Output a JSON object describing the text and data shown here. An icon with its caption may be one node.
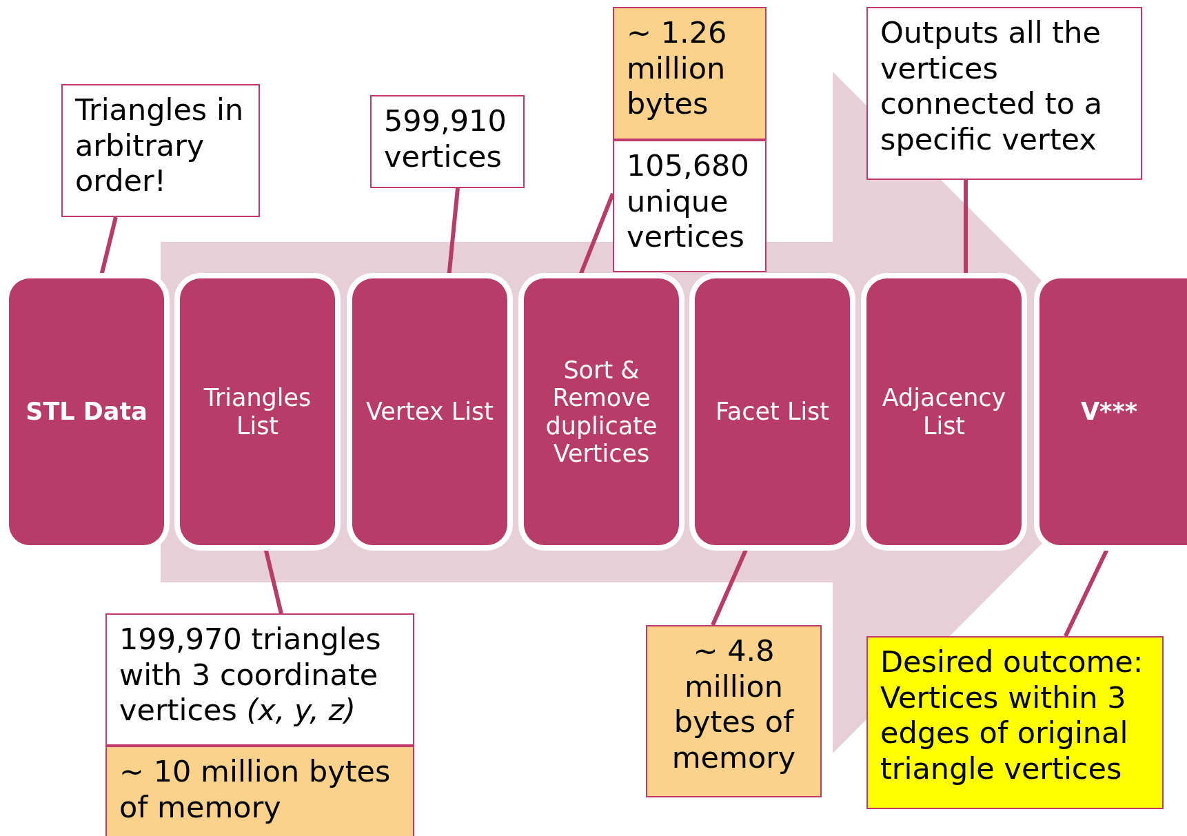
{
  "diagram": {
    "nodes": [
      {
        "text": [
          "STL Data"
        ]
      },
      {
        "text": [
          "Triangles List"
        ]
      },
      {
        "text": [
          "Vertex List"
        ]
      },
      {
        "text": [
          "Sort & Remove duplicate Vertices"
        ]
      },
      {
        "text": [
          "Facet List"
        ]
      },
      {
        "text": [
          "Adjacency List"
        ]
      },
      {
        "text": [
          "V***"
        ]
      },
      {
        "text": [
          "Triangles in arbitrary order!"
        ]
      },
      {
        "text": [
          "599,910 vertices"
        ]
      },
      {
        "text": [
          "~ 1.26 million bytes"
        ]
      },
      {
        "text": [
          "105,680 unique vertices"
        ]
      },
      {
        "text": [
          "Outputs all the vertices connected to a specific vertex"
        ]
      },
      {
        "text": [
          "199,970 triangles with 3 coordinate vertices *(x, y, z)*"
        ]
      },
      {
        "text": [
          "~ 10 million bytes of memory"
        ]
      },
      {
        "text": [
          "~ 4.8 million bytes of memory"
        ]
      },
      {
        "text": [
          "Desired outcome: Vertices within 3 edges of original triangle vertices"
        ]
      }
    ],
    "edges": [
      {
        "from": 7,
        "to": 0,
        "arrow": "none"
      },
      {
        "from": 8,
        "to": 2,
        "arrow": "none"
      },
      {
        "from": 10,
        "to": 3,
        "arrow": "none"
      },
      {
        "from": 11,
        "to": 5,
        "arrow": "none"
      },
      {
        "from": 12,
        "to": 1,
        "arrow": "none"
      },
      {
        "from": 14,
        "to": 4,
        "arrow": "none"
      },
      {
        "from": 15,
        "to": 6,
        "arrow": "none"
      },
      {
        "from": 0,
        "to": 6,
        "arrow": "to"
      }
    ]
  }
}
